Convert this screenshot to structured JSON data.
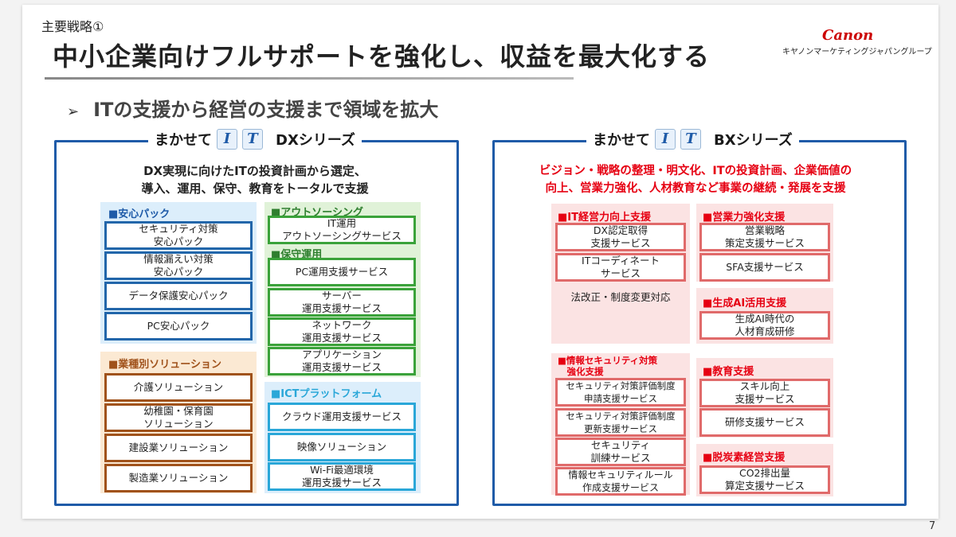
{
  "header": {
    "subtitle": "主要戦略①",
    "title": "中小企業向けフルサポートを強化し、収益を最大化する",
    "logo_brand": "Canon",
    "logo_company": "キヤノンマーケティングジャパングループ",
    "bullet": "ITの支援から経営の支援まで領域を拡大"
  },
  "left_panel": {
    "title_prefix": "まかせて",
    "title_i": "I",
    "title_t": "T",
    "title_suffix": "DXシリーズ",
    "desc_line1": "DX実現に向けたITの投資計画から選定、",
    "desc_line2": "導入、運用、保守、教育をトータルで支援",
    "anshin": {
      "head": "■安心パック",
      "items": [
        "セキュリティ対策\n安心パック",
        "情報漏えい対策\n安心パック",
        "データ保護安心パック",
        "PC安心パック"
      ]
    },
    "industry": {
      "head": "■業種別ソリューション",
      "items": [
        "介護ソリューション",
        "幼稚園・保育園\nソリューション",
        "建設業ソリューション",
        "製造業ソリューション"
      ]
    },
    "outsourcing": {
      "head": "■アウトソーシング",
      "items": [
        "IT運用\nアウトソーシングサービス"
      ]
    },
    "maintenance": {
      "head": "■保守運用",
      "items": [
        "PC運用支援サービス",
        "サーバー\n運用支援サービス",
        "ネットワーク\n運用支援サービス",
        "アプリケーション\n運用支援サービス"
      ]
    },
    "ict": {
      "head": "■ICTプラットフォーム",
      "items": [
        "クラウド運用支援サービス",
        "映像ソリューション",
        "Wi-Fi最適環境\n運用支援サービス"
      ]
    }
  },
  "right_panel": {
    "title_prefix": "まかせて",
    "title_i": "I",
    "title_t": "T",
    "title_suffix": "BXシリーズ",
    "desc_line1": "ビジョン・戦略の整理・明文化、ITの投資計画、企業価値の",
    "desc_line2": "向上、営業力強化、人材教育など事業の継続・発展を支援",
    "it_mgmt": {
      "head": "■IT経営力向上支援",
      "items": [
        "DX認定取得\n支援サービス",
        "ITコーディネート\nサービス",
        "法改正・制度変更対応"
      ]
    },
    "sales": {
      "head": "■営業力強化支援",
      "items": [
        "営業戦略\n策定支援サービス",
        "SFA支援サービス"
      ]
    },
    "genai": {
      "head": "■生成AI活用支援",
      "items": [
        "生成AI時代の\n人材育成研修"
      ]
    },
    "security": {
      "head": "■情報セキュリティ対策\n　強化支援",
      "items": [
        "セキュリティ対策評価制度\n申請支援サービス",
        "セキュリティ対策評価制度\n更新支援サービス",
        "セキュリティ\n訓練サービス",
        "情報セキュリティルール\n作成支援サービス"
      ]
    },
    "education": {
      "head": "■教育支援",
      "items": [
        "スキル向上\n支援サービス",
        "研修支援サービス"
      ]
    },
    "decarbon": {
      "head": "■脱炭素経営支援",
      "items": [
        "CO2排出量\n算定支援サービス"
      ]
    }
  },
  "page_number": "7",
  "colors": {
    "frame_blue": "#1f5ba8",
    "anshin_border": "#2266aa",
    "industry_border": "#a0521b",
    "green_border": "#3aa23a",
    "ict_border": "#2aa7d8",
    "red_border": "#e06a6a",
    "desc_red": "#e60012"
  }
}
